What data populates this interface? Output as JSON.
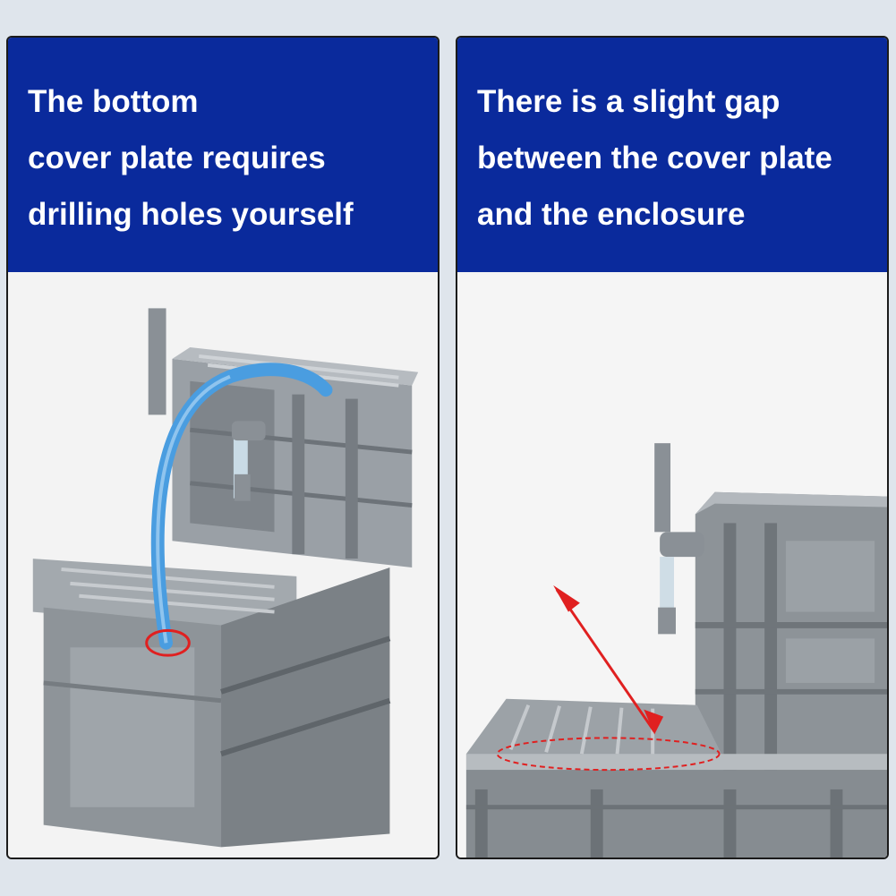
{
  "panels": [
    {
      "caption_lines": [
        "The bottom",
        "cover plate requires",
        "drilling holes yourself"
      ]
    },
    {
      "caption_lines": [
        "There is a slight gap",
        "between the cover plate",
        "and the enclosure"
      ]
    }
  ],
  "colors": {
    "caption_background": "#0a2a9c",
    "caption_text": "#ffffff",
    "crate_gray": "#8b9197",
    "hose_blue": "#4a9de0",
    "marker_red": "#e02020"
  }
}
